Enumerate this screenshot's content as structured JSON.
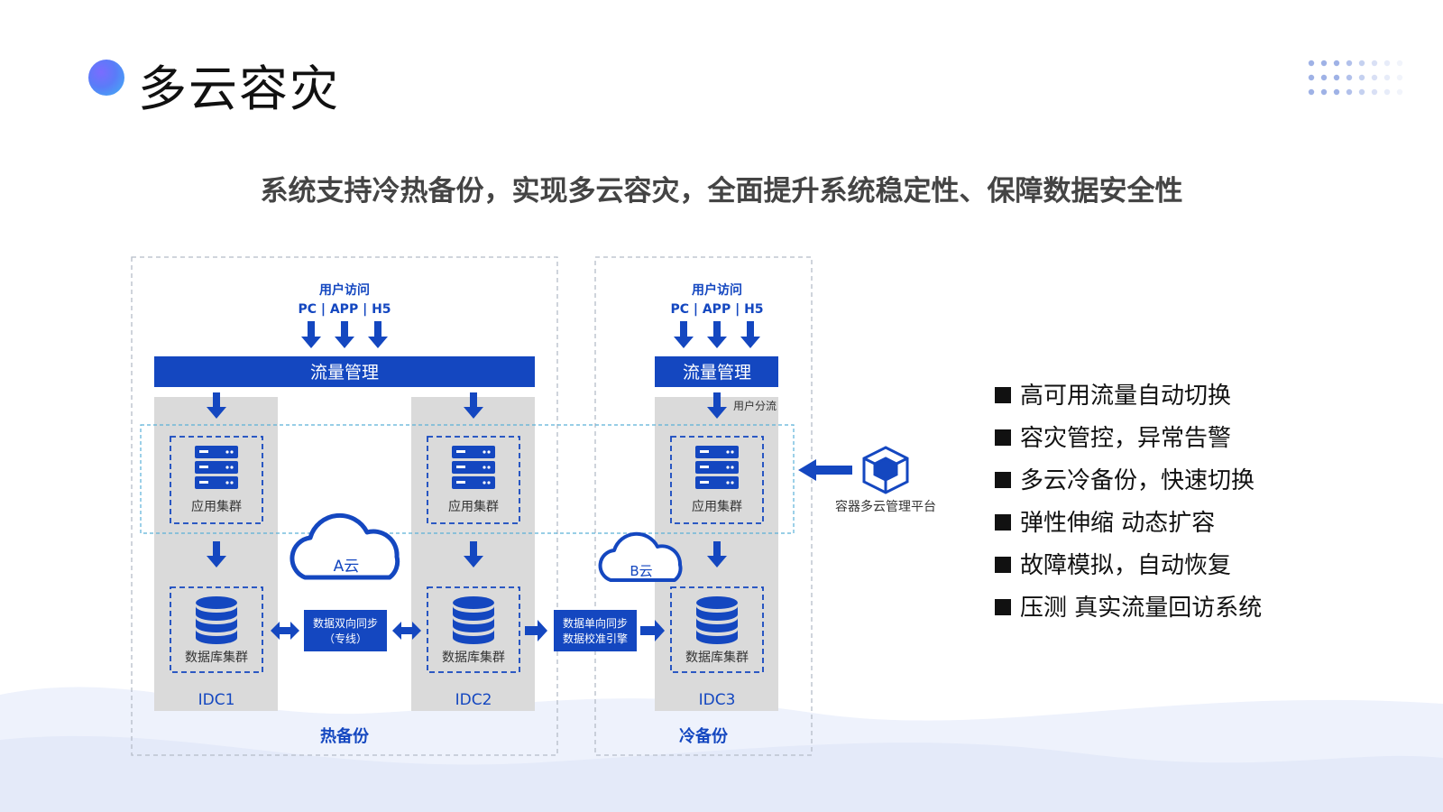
{
  "page": {
    "title": "多云容灾",
    "subtitle": "系统支持冷热备份，实现多云容灾，全面提升系统稳定性、保障数据安全性"
  },
  "colors": {
    "blue": "#1447c0",
    "grey": "#dadada",
    "accent": "#3a7de0"
  },
  "diagram": {
    "user_access_title": "用户访问",
    "user_access_channels": "PC | APP | H5",
    "traffic_mgmt": "流量管理",
    "user_split": "用户分流",
    "app_cluster": "应用集群",
    "db_cluster": "数据库集群",
    "idc1": "IDC1",
    "idc2": "IDC2",
    "idc3": "IDC3",
    "cloud_a": "A云",
    "cloud_b": "B云",
    "sync_bi_line1": "数据双向同步",
    "sync_bi_line2": "（专线）",
    "sync_uni_line1": "数据单向同步",
    "sync_uni_line2": "数据校准引擎",
    "hot_backup": "热备份",
    "cold_backup": "冷备份",
    "platform": "容器多云管理平台"
  },
  "features": [
    "高可用流量自动切换",
    "容灾管控，异常告警",
    "多云冷备份，快速切换",
    "弹性伸缩 动态扩容",
    "故障模拟，自动恢复",
    "压测 真实流量回访系统"
  ]
}
